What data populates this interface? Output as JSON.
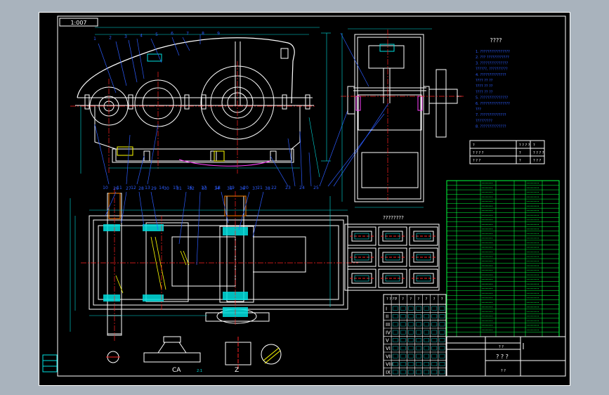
{
  "frame": {
    "scale_box": "1:007"
  },
  "views": {
    "front_leaders": [
      "1",
      "2",
      "3",
      "4",
      "5",
      "6",
      "7",
      "8",
      "9",
      "10",
      "11",
      "12",
      "13",
      "14",
      "15",
      "16",
      "17",
      "18",
      "19",
      "20",
      "21",
      "22",
      "23",
      "24",
      "25"
    ],
    "plan_leaders": [
      "26",
      "27",
      "28",
      "29",
      "30",
      "31",
      "32",
      "33",
      "34",
      "35",
      "36",
      "37",
      "38"
    ],
    "section_label_ca": "CA",
    "section_label_z": "Z",
    "sub_caption": "2:1"
  },
  "notes": {
    "heading": "????",
    "lines": [
      "1. ????????????????",
      "2. ??? ????????????",
      "3. ???????????????",
      "   ??????, ??????????",
      "4. ??????????????",
      "      ????   ??   ??",
      "      ????   ??   ??",
      "      ????   ??   ??",
      "5. ???????????????",
      "6. ????????????????",
      "   ???",
      "7. ??????????????",
      "   ?????????",
      "8. ??????????????"
    ]
  },
  "spec_table": {
    "rows": [
      [
        "?",
        "? ? ? ?",
        "?"
      ],
      [
        "? ? ? ?",
        "?",
        "? ? ? ?"
      ],
      [
        "? ? ?",
        "?",
        "? ? ?"
      ]
    ]
  },
  "parts_grid": {
    "title": "????????"
  },
  "gear_table": {
    "header": [
      "? ? ? ?",
      "?",
      "?",
      "?",
      "?",
      "?",
      "?",
      "?"
    ],
    "rows": [
      "I",
      "II",
      "III",
      "IV",
      "V",
      "VI",
      "VII",
      "VIII",
      "IX"
    ]
  },
  "title_block": {
    "name": "? ? ?",
    "scale": "? ?",
    "sheet": "? ?"
  },
  "colors": {
    "sheet": "#000000",
    "border": "#ffffff",
    "outline": "#ffffff",
    "center": "#ff2020",
    "dimension": "#00e0e0",
    "leader": "#2c5cff",
    "hatch": "#ffff00",
    "table": "#00ff3c",
    "mark": "#ff40ff",
    "accent": "#ff8000"
  }
}
